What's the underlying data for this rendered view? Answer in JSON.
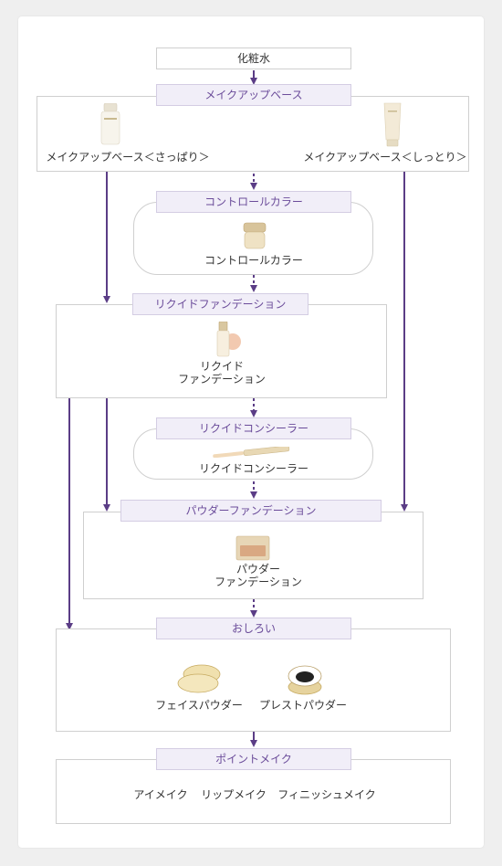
{
  "steps": {
    "lotion": "化粧水",
    "makeup_base": {
      "header": "メイクアップベース",
      "fresh": "メイクアップベース＜さっぱり＞",
      "moist": "メイクアップベース＜しっとり＞"
    },
    "control_color": {
      "header": "コントロールカラー",
      "item": "コントロールカラー"
    },
    "liquid_foundation": {
      "header": "リクイドファンデーション",
      "item_line1": "リクイド",
      "item_line2": "ファンデーション"
    },
    "liquid_concealer": {
      "header": "リクイドコンシーラー",
      "item": "リクイドコンシーラー"
    },
    "powder_foundation": {
      "header": "パウダーファンデーション",
      "item_line1": "パウダー",
      "item_line2": "ファンデーション"
    },
    "oshiroi": {
      "header": "おしろい",
      "face_powder": "フェイスパウダー",
      "pressed_powder": "プレストパウダー"
    },
    "point_makeup": {
      "header": "ポイントメイク",
      "items": [
        "アイメイク",
        "リップメイク",
        "フィニッシュメイク"
      ]
    }
  },
  "colors": {
    "accent": "#6b4c9a",
    "header_bg": "#f1eef8",
    "border": "#cfcfcf",
    "arrow": "#5b3d86"
  }
}
